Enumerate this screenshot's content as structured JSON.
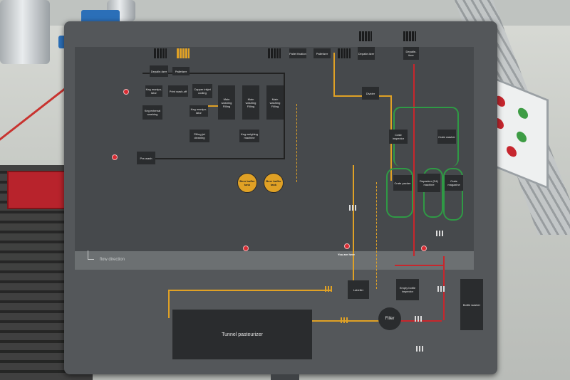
{
  "board": {
    "flow_direction": "flow direction",
    "you_are_here": "You are here",
    "stations": {
      "depalletizer_1": "Depalle-tizer",
      "palletizer_1": "Palletizer",
      "keg_manipulator_1": "Keg manipu-lator",
      "print_wash_off": "Print wash-off",
      "capper_inkjet": "Capper inkjet coding",
      "keg_external_washing": "Keg external washing",
      "keg_manipulator_2": "Keg manipu-lator",
      "main_washing_1": "Main washing Filling",
      "main_washing_2": "Main washing Filling",
      "main_washing_3": "Main washing Filling",
      "filling_jet_cleaning": "Filling jet cleaning",
      "keg_weighing": "Keg weighing machine",
      "pre_wash": "Pre-wash",
      "pallet_fixation": "Pallet fixation",
      "palletizer_2": "Palletizer",
      "depalletizer_2": "Depalle-tizer",
      "depalletizer_3": "Depalle-tizer",
      "divider": "Divider",
      "crate_inspector": "Crate inspector",
      "crate_washer": "Crate washer",
      "crate_packer": "Crate packer",
      "depacker": "Depacker (D4) machine",
      "crate_magazine": "Crate magazine",
      "beer_buffer_1": "Beer buffer tank",
      "beer_buffer_2": "Beer buffer tank",
      "labeller": "Labeller",
      "empty_bottle_inspector": "Empty bottle inspector",
      "bottle_washer": "Bottle washer",
      "filler": "Filler",
      "tunnel_pasteurizer": "Tunnel pasteurizer"
    }
  },
  "side_panel": {
    "dot_colors": [
      "#c6262e",
      "#3d9c44",
      "#c6262e",
      "#3d9c44",
      "#c6262e"
    ]
  }
}
